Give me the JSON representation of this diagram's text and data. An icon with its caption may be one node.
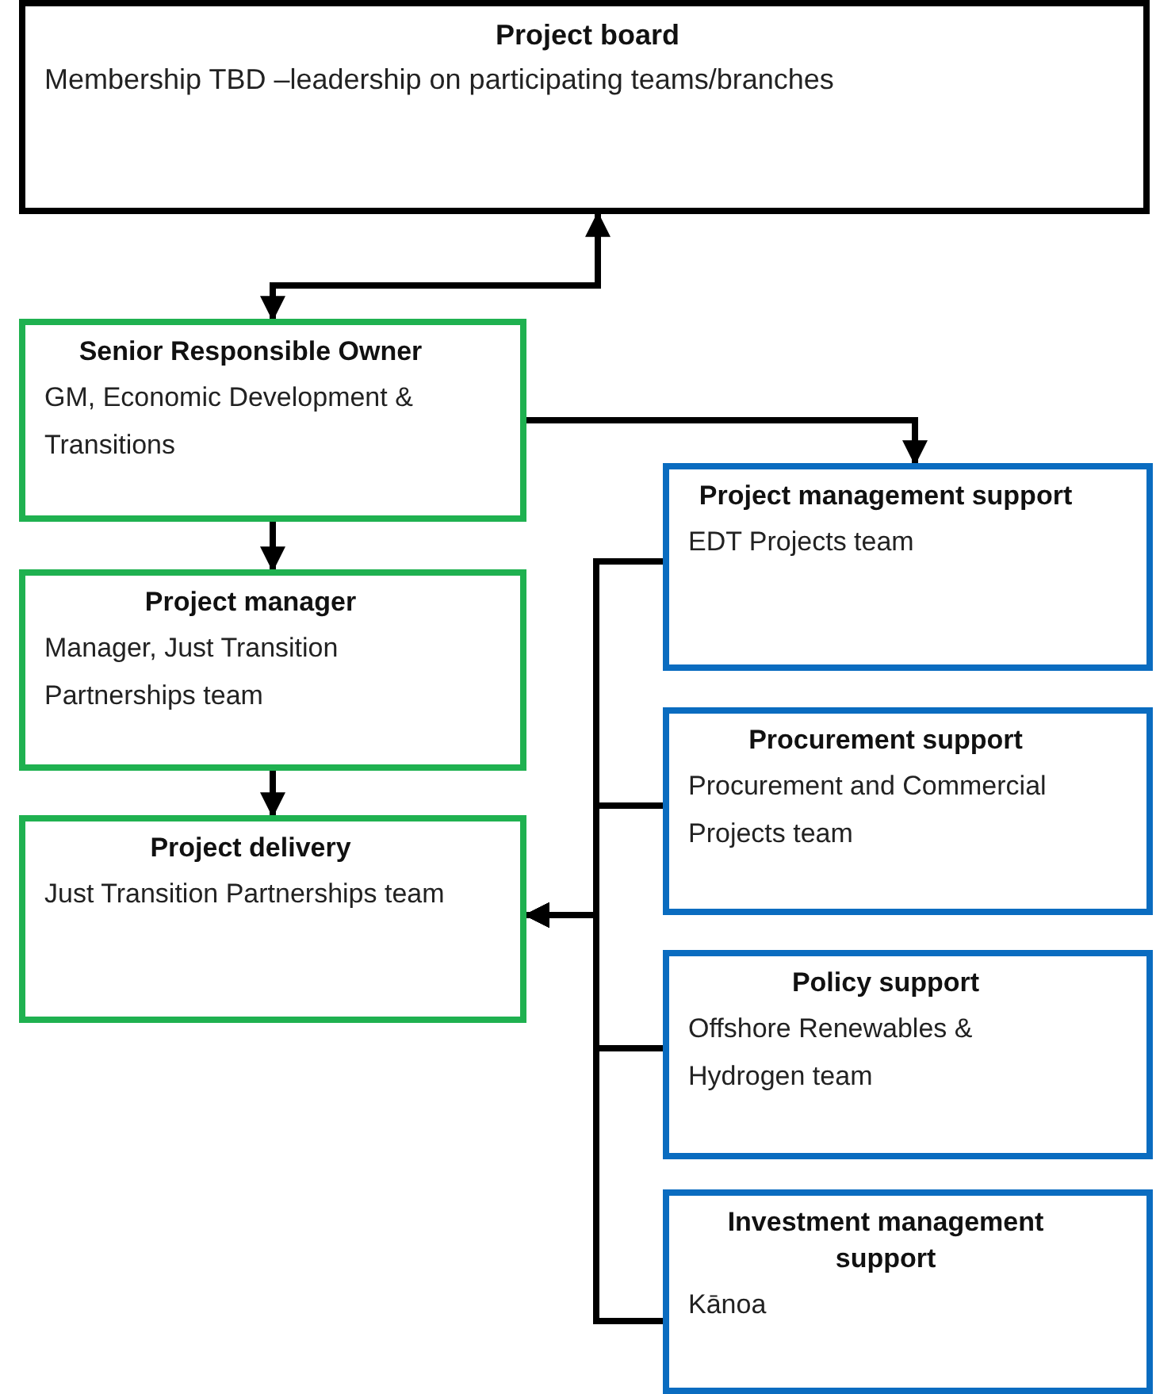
{
  "diagram": {
    "nodes": [
      {
        "text": [
          "Project board",
          "Membership TBD –leadership on participating teams/branches"
        ]
      },
      {
        "text": [
          "Senior Responsible Owner",
          "GM, Economic Development & Transitions"
        ]
      },
      {
        "text": [
          "Project manager",
          "Manager, Just Transition Partnerships team"
        ]
      },
      {
        "text": [
          "Project delivery",
          "Just Transition Partnerships team"
        ]
      },
      {
        "text": [
          "Project management support",
          "EDT Projects team"
        ]
      },
      {
        "text": [
          "Procurement support",
          "Procurement and Commercial Projects team"
        ]
      },
      {
        "text": [
          "Policy support",
          "Offshore Renewables & Hydrogen team"
        ]
      },
      {
        "text": [
          "Investment management support",
          "Kānoa"
        ]
      }
    ],
    "edges": [
      {
        "from": 0,
        "to": 1,
        "arrow": "both"
      },
      {
        "from": 1,
        "to": 4,
        "arrow": "to"
      },
      {
        "from": 1,
        "to": 2,
        "arrow": "to"
      },
      {
        "from": 2,
        "to": 3,
        "arrow": "to"
      },
      {
        "from": 4,
        "to": 3,
        "arrow": "to"
      },
      {
        "from": 5,
        "to": 3,
        "arrow": "to"
      },
      {
        "from": 6,
        "to": 3,
        "arrow": "to"
      },
      {
        "from": 7,
        "to": 3,
        "arrow": "to"
      }
    ]
  }
}
